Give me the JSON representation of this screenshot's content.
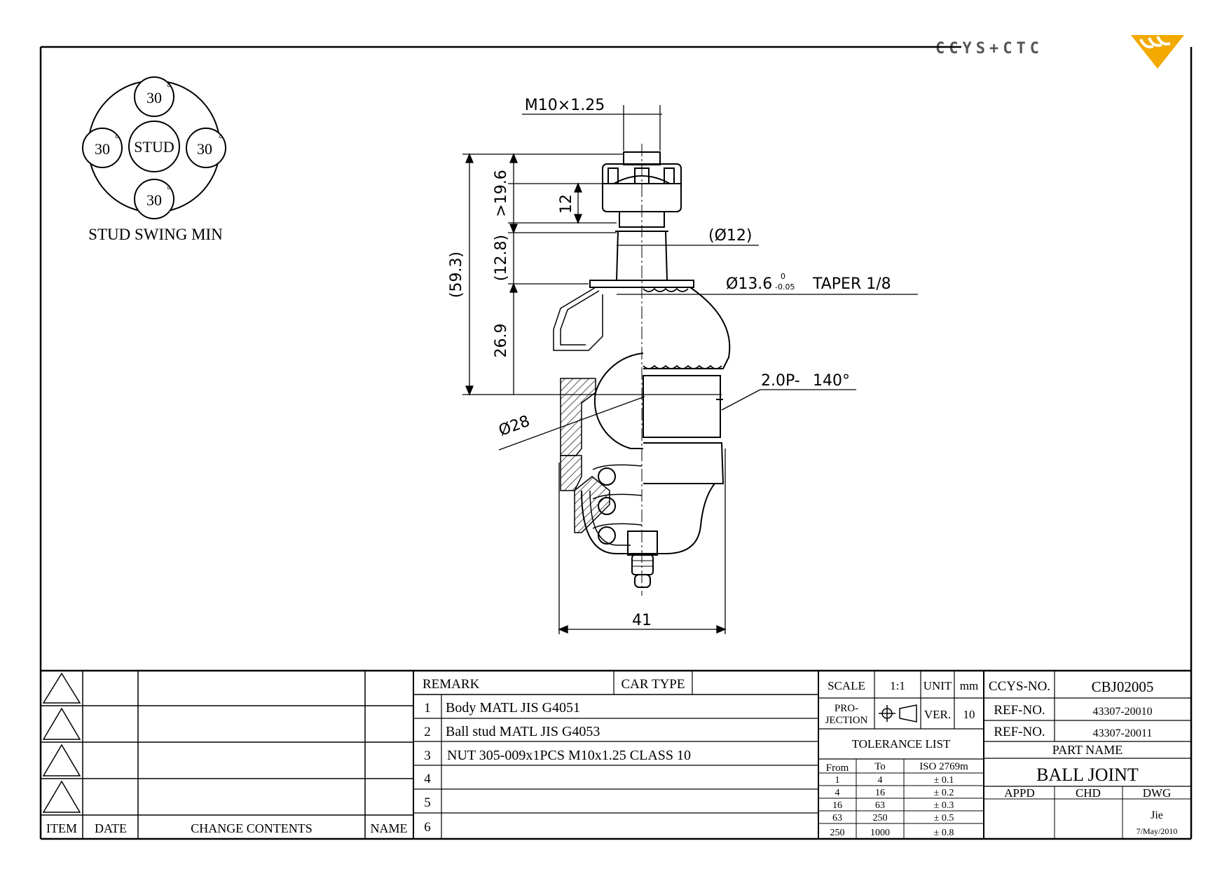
{
  "logo": {
    "text": "CCYS+CTC",
    "accent_color": "#f2a900"
  },
  "swing": {
    "label": "STUD SWING MIN",
    "center": "STUD",
    "angle": "30",
    "degree_mark": "°"
  },
  "dimensions": {
    "thread": "M10×1.25",
    "d196": ">19.6",
    "d12": "12",
    "d593": "(59.3)",
    "d128": "(12.8)",
    "d269": "26.9",
    "phi12": "(Ø12)",
    "taper": "Ø13.6",
    "taper_upper": "0",
    "taper_lower": "-0.05",
    "taper_ratio": "TAPER 1/8",
    "cotter": "2.0P-",
    "cotter_angle": "140°",
    "phi28": "Ø28",
    "width41": "41"
  },
  "revision_table": {
    "headers": [
      "ITEM",
      "DATE",
      "CHANGE CONTENTS",
      "NAME"
    ]
  },
  "remarks": {
    "header_remark": "REMARK",
    "header_car_type": "CAR TYPE",
    "items": [
      {
        "no": "1",
        "text": "Body MATL JIS G4051"
      },
      {
        "no": "2",
        "text": "Ball stud MATL JIS G4053"
      },
      {
        "no": "3",
        "text": "NUT 305-009x1PCS M10x1.25 CLASS 10"
      },
      {
        "no": "4",
        "text": ""
      },
      {
        "no": "5",
        "text": ""
      },
      {
        "no": "6",
        "text": ""
      }
    ]
  },
  "scale": {
    "scale_label": "SCALE",
    "scale_value": "1:1",
    "unit_label": "UNIT",
    "unit_value": "mm",
    "projection_label_1": "PRO-",
    "projection_label_2": "JECTION",
    "ver_label": "VER.",
    "ver_value": "10"
  },
  "tolerance": {
    "title": "TOLERANCE LIST",
    "headers": [
      "From",
      "To",
      "ISO 2769m"
    ],
    "rows": [
      [
        "1",
        "4",
        "± 0.1"
      ],
      [
        "4",
        "16",
        "± 0.2"
      ],
      [
        "16",
        "63",
        "± 0.3"
      ],
      [
        "63",
        "250",
        "± 0.5"
      ],
      [
        "250",
        "1000",
        "± 0.8"
      ]
    ]
  },
  "title_block": {
    "ccys_no_label": "CCYS-NO.",
    "ccys_no": "CBJ02005",
    "ref_label": "REF-NO.",
    "ref_1": "43307-20010",
    "ref_2": "43307-20011",
    "part_name_label": "PART NAME",
    "part_name": "BALL JOINT",
    "appd_label": "APPD",
    "chd_label": "CHD",
    "dwg_label": "DWG",
    "dwg_name": "Jie",
    "dwg_date": "7/May/2010"
  }
}
